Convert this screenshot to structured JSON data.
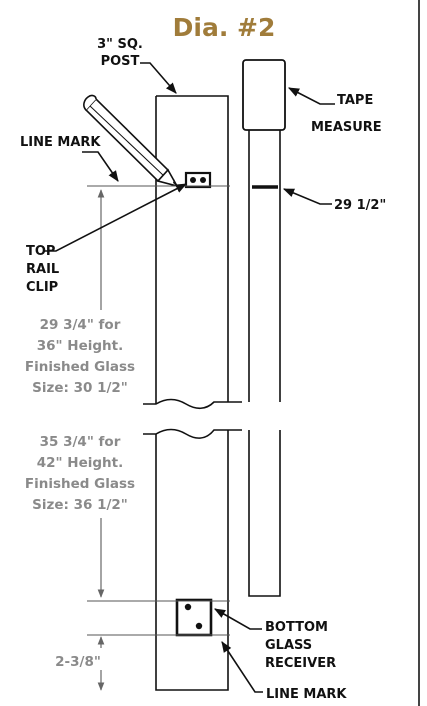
{
  "title": "Dia. #2",
  "labels": {
    "post_line1": "3\" SQ.",
    "post_line2": "POST",
    "tape_line1": "TAPE",
    "tape_line2": "MEASURE",
    "line_mark_top": "LINE MARK",
    "tape_reading": "29 1/2\"",
    "clip_line1": "TOP",
    "clip_line2": "RAIL",
    "clip_line3": "CLIP",
    "dim36_line1": "29 3/4\" for",
    "dim36_line2": "36\" Height.",
    "dim36_line3": "Finished Glass",
    "dim36_line4": "Size: 30 1/2\"",
    "dim42_line1": "35 3/4\" for",
    "dim42_line2": "42\" Height.",
    "dim42_line3": "Finished Glass",
    "dim42_line4": "Size: 36 1/2\"",
    "receiver_line1": "BOTTOM",
    "receiver_line2": "GLASS",
    "receiver_line3": "RECEIVER",
    "bottom_dim": "2-3/8\"",
    "line_mark_bottom": "LINE MARK"
  },
  "colors": {
    "title": "#a07c3a",
    "dimension_text": "#8a8a8a",
    "ink": "#111111"
  }
}
